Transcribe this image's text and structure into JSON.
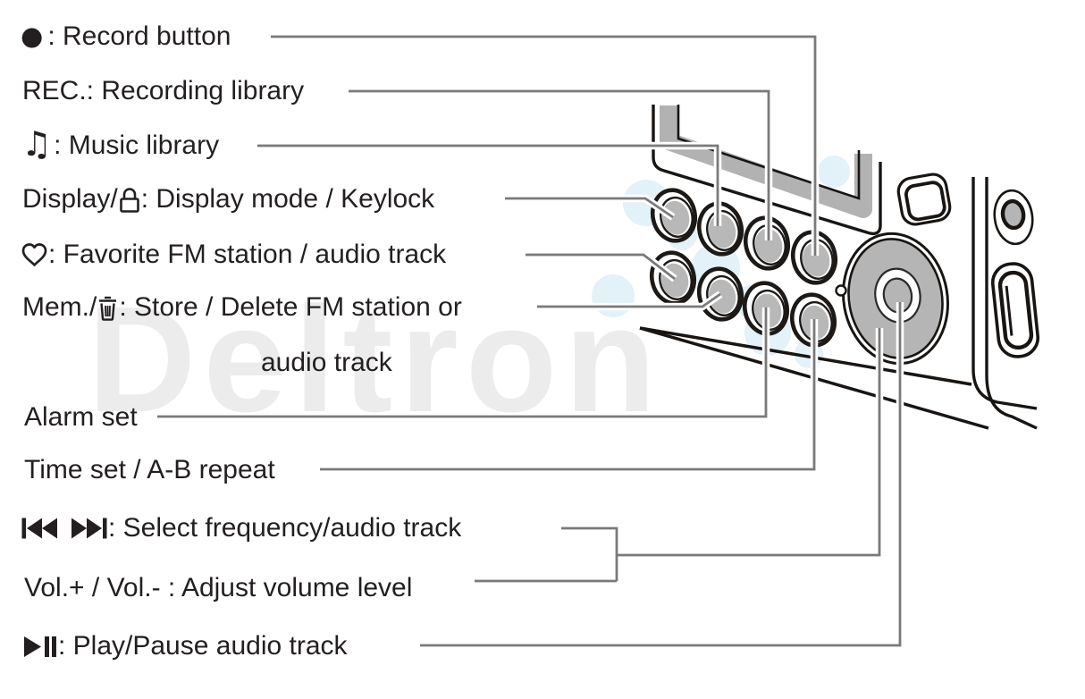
{
  "watermark": {
    "text": "Deltron"
  },
  "colors": {
    "text": "#231f20",
    "leader_line": "#7a7a7a",
    "device_outline": "#181512",
    "device_gray": "#b5b5b5",
    "button_gray": "#b8b8b8",
    "watermark_gray": "#ececec",
    "blob_blue": "#e3f1f8"
  },
  "icons": {
    "record-dot": "●",
    "music-note": "♫",
    "lock": "padlock-outline-shape",
    "heart": "heart-outline-shape",
    "trash": "trash-can-outline-shape",
    "previous-track": "bar-with-two-left-triangles",
    "next-track": "two-right-triangles-with-bar",
    "play-pause": "triangle-with-two-pause-bars"
  },
  "labels": [
    {
      "id": "record",
      "icon_glyph": "●",
      "text": ": Record button"
    },
    {
      "id": "rec-library",
      "text": "REC.: Recording library"
    },
    {
      "id": "music-library",
      "icon_glyph": "♫",
      "text": ": Music library"
    },
    {
      "id": "display-keylock",
      "prefix": "Display/",
      "text": ": Display mode / Keylock"
    },
    {
      "id": "favorite",
      "text": ": Favorite FM station / audio track"
    },
    {
      "id": "memory-delete",
      "prefix": "Mem./",
      "text": ": Store / Delete FM station or",
      "text2": "audio track"
    },
    {
      "id": "alarm-set",
      "text": "Alarm set"
    },
    {
      "id": "time-set",
      "text": "Time set / A-B repeat"
    },
    {
      "id": "select-track",
      "text": ": Select frequency/audio track"
    },
    {
      "id": "volume",
      "text": "Vol.+ / Vol.- : Adjust volume level"
    },
    {
      "id": "play-pause",
      "text": ": Play/Pause audio track"
    }
  ]
}
